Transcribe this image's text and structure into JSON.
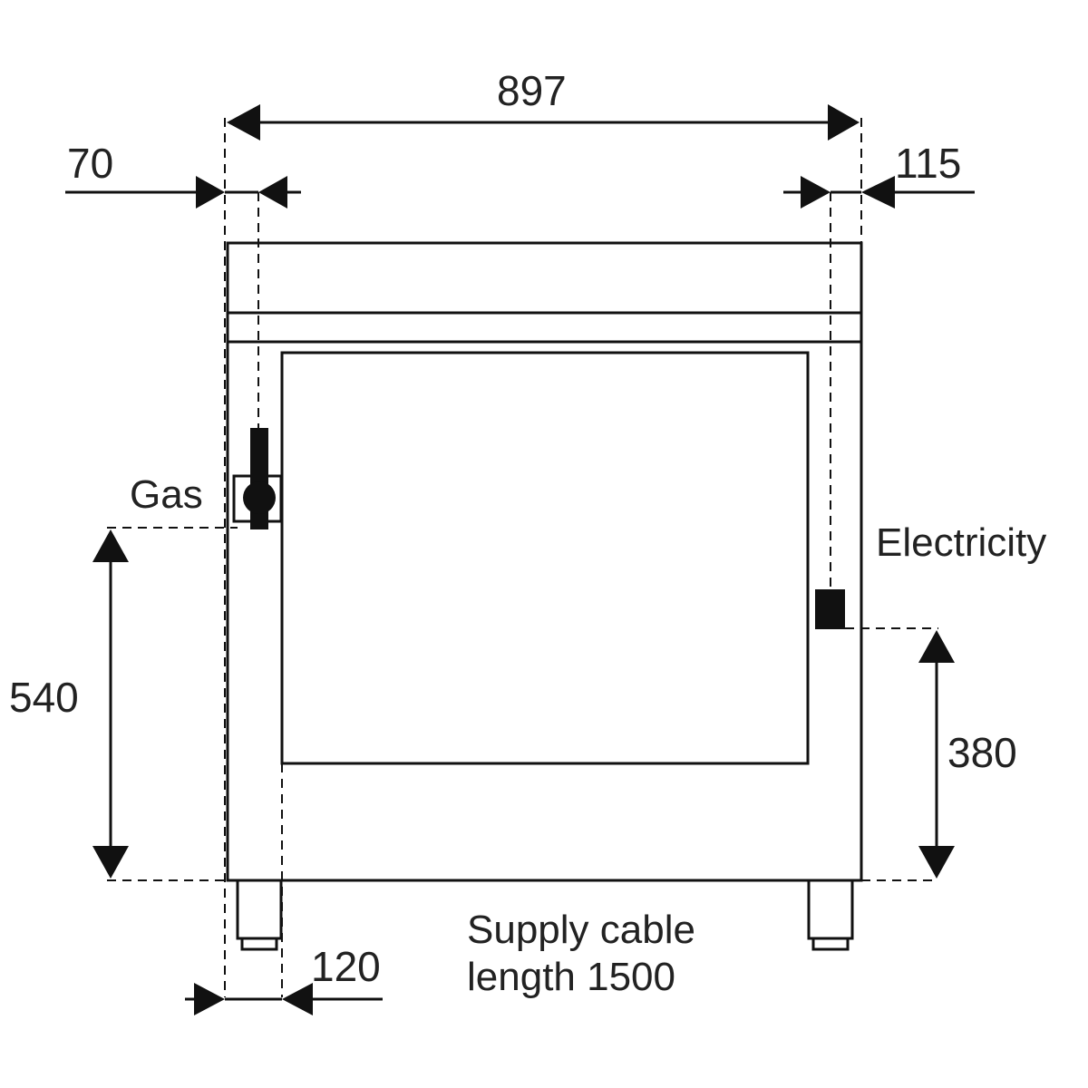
{
  "dimensions": {
    "overall_width": "897",
    "gas_offset_left": "70",
    "electric_offset_right": "115",
    "gas_height": "540",
    "electric_height": "380",
    "foot_offset": "120"
  },
  "labels": {
    "gas": "Gas",
    "electricity": "Electricity",
    "supply_cable_line1": "Supply cable",
    "supply_cable_line2": "length 1500"
  },
  "colors": {
    "line": "#111111",
    "background": "#ffffff"
  }
}
